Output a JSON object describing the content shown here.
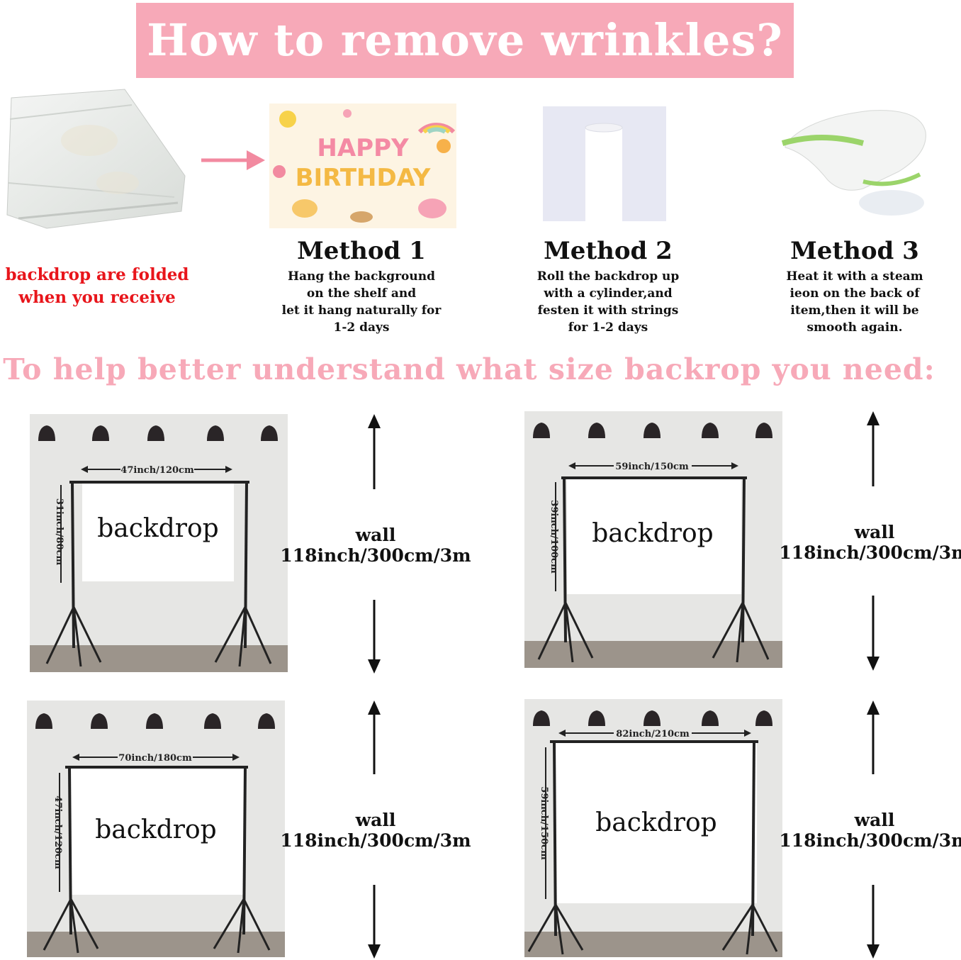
{
  "banner": {
    "title": "How to remove wrinkles?",
    "color": "#f7a9b8"
  },
  "received": {
    "note_line1": "backdrop are folded",
    "note_line2": "when you receive",
    "note_color": "#e8151b"
  },
  "birthday_sample": {
    "line1": "HAPPY",
    "line2": "BIRTHDAY"
  },
  "methods": [
    {
      "title": "Method 1",
      "lines": [
        "Hang the background",
        "on the shelf and",
        "let it hang naturally for",
        "1-2 days"
      ]
    },
    {
      "title": "Method 2",
      "lines": [
        "Roll the backdrop up",
        "with a cylinder,and",
        "festen it with strings",
        "for 1-2 days"
      ]
    },
    {
      "title": "Method 3",
      "lines": [
        "Heat it with a steam",
        "ieon on the back of",
        "item,then it will be",
        "smooth again."
      ]
    }
  ],
  "size_heading": "To help better understand what size backrop you need:",
  "panels": [
    {
      "width_label": "47inch/120cm",
      "height_label": "31inch/80cm",
      "backdrop_label": "backdrop"
    },
    {
      "width_label": "59inch/150cm",
      "height_label": "39inch/100cm",
      "backdrop_label": "backdrop"
    },
    {
      "width_label": "70inch/180cm",
      "height_label": "47inch/120cm",
      "backdrop_label": "backdrop"
    },
    {
      "width_label": "82inch/210cm",
      "height_label": "59inch/150cm",
      "backdrop_label": "backdrop"
    }
  ],
  "wall": {
    "label": "wall",
    "size": "118inch/300cm/3m"
  }
}
